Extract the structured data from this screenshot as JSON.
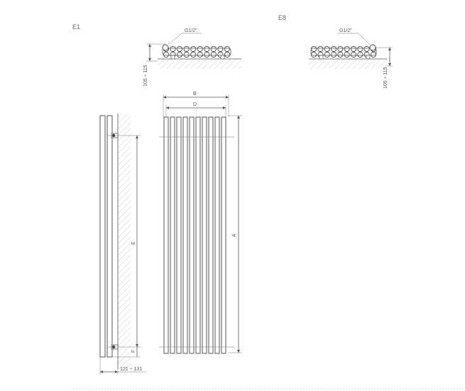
{
  "variants": {
    "e1": "E1",
    "e8": "E8"
  },
  "connection": {
    "thread_e1": "G1/2\"",
    "thread_e8": "G1/2\""
  },
  "dimensions": {
    "wall_gap_e1": "105 ÷ 115",
    "wall_gap_e8": "105 ÷ 115",
    "depth_side": "121 ÷ 131",
    "width_b": "B",
    "width_d": "D",
    "height_a": "A",
    "height_e": "E",
    "offset_f": "F"
  },
  "radiator": {
    "tube_count": 10
  }
}
